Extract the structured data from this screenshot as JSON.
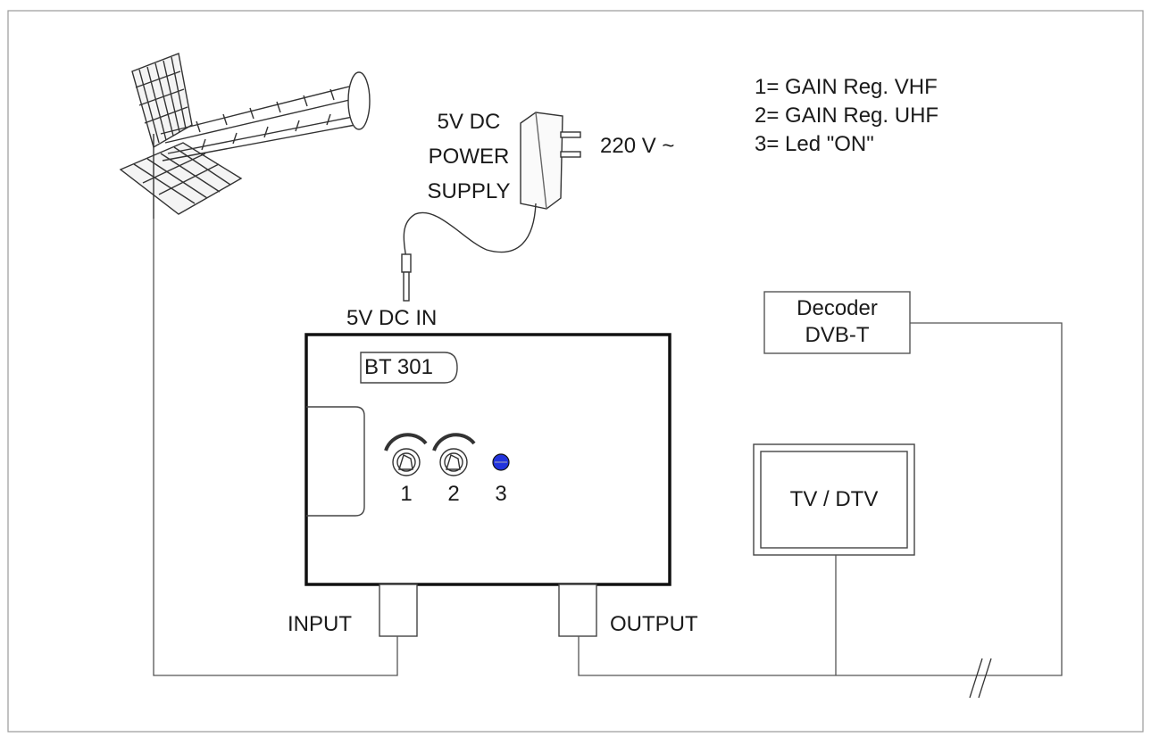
{
  "legend": {
    "items": [
      "1= GAIN Reg. VHF",
      "2= GAIN Reg. UHF",
      "3= Led \"ON\""
    ]
  },
  "power_supply": {
    "label_lines": [
      "5V DC",
      "POWER",
      "SUPPLY"
    ],
    "mains_label": "220 V ~"
  },
  "amplifier": {
    "dc_in_label": "5V DC IN",
    "model": "BT 301",
    "knob_1": "1",
    "knob_2": "2",
    "led_3": "3",
    "input_label": "INPUT",
    "output_label": "OUTPUT",
    "led_color": "#2233dd"
  },
  "decoder": {
    "line1": "Decoder",
    "line2": "DVB-T"
  },
  "tv": {
    "label": "TV / DTV"
  }
}
